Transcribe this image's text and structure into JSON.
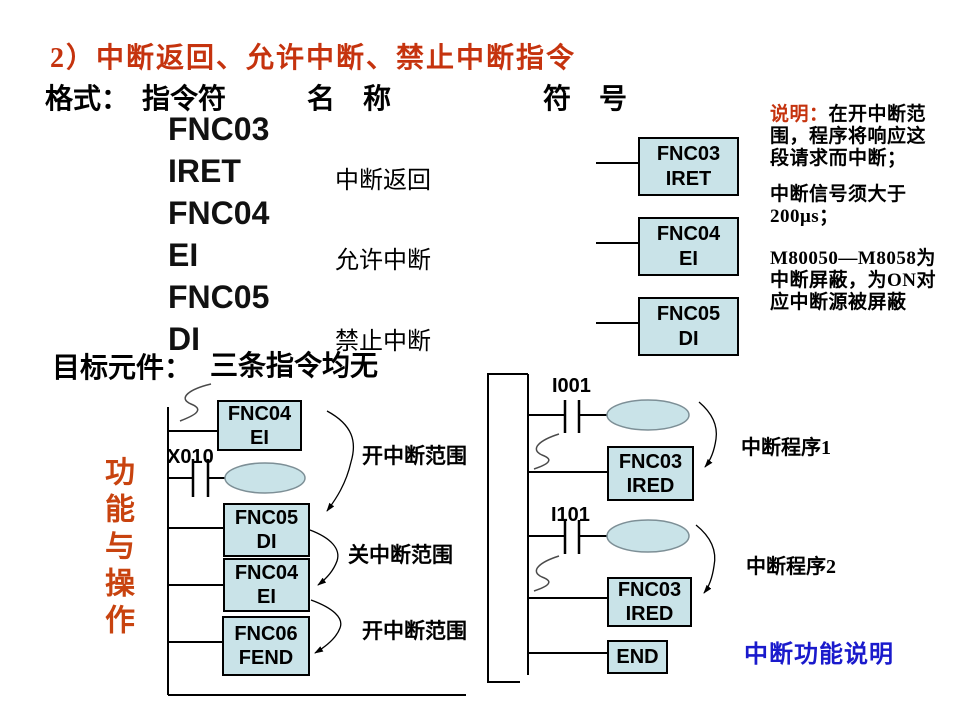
{
  "title": "2）中断返回、允许中断、禁止中断指令",
  "format": {
    "label": "格式：",
    "col_instruction": "指令符",
    "col_name": "名　称",
    "col_symbol": "符　号"
  },
  "instructions": [
    {
      "code": "FNC03",
      "mnemonic": "IRET",
      "name": "中断返回"
    },
    {
      "code": "FNC04",
      "mnemonic": "EI",
      "name": "允许中断"
    },
    {
      "code": "FNC05",
      "mnemonic": "DI",
      "name": "禁止中断"
    }
  ],
  "notes": {
    "label": "说明：",
    "p1": "在开中断范围，程序将响应这段请求而中断；",
    "p2": "中断信号须大于200μs；",
    "p3": "M80050—M8058为中断屏蔽，为ON对应中断源被屏蔽"
  },
  "target": {
    "label": "目标元件：",
    "value": "三条指令均无"
  },
  "side_label": "功能与操作",
  "ladder_left": {
    "contact_label": "X010",
    "boxes": [
      [
        "FNC04",
        "EI"
      ],
      [
        "FNC05",
        "DI"
      ],
      [
        "FNC04",
        "EI"
      ],
      [
        "FNC06",
        "FEND"
      ]
    ],
    "annotations": [
      "开中断范围",
      "关中断范围",
      "开中断范围"
    ]
  },
  "ladder_right": {
    "contacts": [
      "I001",
      "I101"
    ],
    "boxes": [
      [
        "FNC03",
        "IRED"
      ],
      [
        "FNC03",
        "IRED"
      ]
    ],
    "end_label": "END",
    "annotations": [
      "中断程序1",
      "中断程序2"
    ]
  },
  "footer_note": "中断功能说明",
  "colors": {
    "accent_red": "#C5330E",
    "side_label_red": "#C8430F",
    "box_fill": "#C9E3E8",
    "note_blue": "#1A1ACC"
  }
}
